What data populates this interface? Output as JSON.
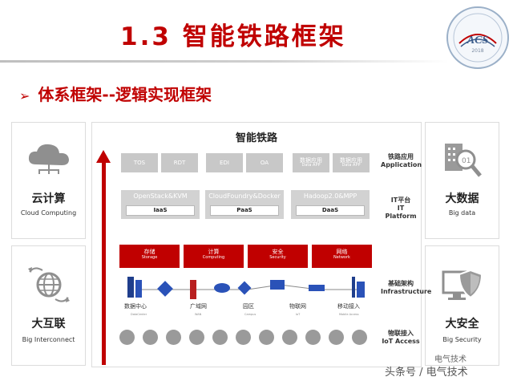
{
  "header": {
    "title": "1.3 智能铁路框架",
    "logo_text": "ACS",
    "logo_sub": "2018"
  },
  "section": {
    "arrow": "➢",
    "title": "体系框架--逻辑实现框架"
  },
  "left": {
    "cloud": {
      "name": "云计算",
      "en": "Cloud Computing"
    },
    "internet": {
      "name": "大互联",
      "en": "Big Interconnect"
    }
  },
  "right": {
    "bigdata": {
      "name": "大数据",
      "en": "Big data"
    },
    "security": {
      "name": "大安全",
      "en": "Big Security"
    }
  },
  "center": {
    "title": "智能铁路",
    "apps": [
      {
        "label": "TOS"
      },
      {
        "label": "RDT"
      },
      {
        "label": "EDI"
      },
      {
        "label": "OA"
      },
      {
        "label": "数据应用",
        "sub": "Data APP"
      },
      {
        "label": "数据应用",
        "sub": "Data APP"
      }
    ],
    "app_layer": {
      "cn": "铁路应用",
      "en": "Application"
    },
    "platforms": [
      {
        "name": "OpenStack&KVM",
        "type": "IaaS"
      },
      {
        "name": "CloudFoundry&Docker",
        "type": "PaaS"
      },
      {
        "name": "Hadoop2.0&MPP",
        "type": "DaaS"
      }
    ],
    "it_layer": {
      "cn": "IT平台",
      "en": "IT Platform"
    },
    "infra": [
      {
        "cn": "存储",
        "en": "Storage"
      },
      {
        "cn": "计算",
        "en": "Computing"
      },
      {
        "cn": "安全",
        "en": "Security"
      },
      {
        "cn": "网络",
        "en": "Network"
      }
    ],
    "infra_layer": {
      "cn": "基础架构",
      "en": "Infrastructure"
    },
    "network": [
      {
        "cn": "数据中心",
        "en": "DataCenter"
      },
      {
        "cn": "广域网",
        "en": "WAN"
      },
      {
        "cn": "园区",
        "en": "Campus"
      },
      {
        "cn": "物联网",
        "en": "IoT"
      },
      {
        "cn": "移动接入",
        "en": "Mobile Access"
      }
    ],
    "iot_layer": {
      "cn": "物联接入",
      "en": "IoT Access"
    }
  },
  "watermark": {
    "top": "电气技术",
    "main": "头条号 / 电气技术"
  },
  "colors": {
    "accent_red": "#c00000",
    "box_gray": "#c8c8c8",
    "icon_gray": "#9a9a9a"
  }
}
